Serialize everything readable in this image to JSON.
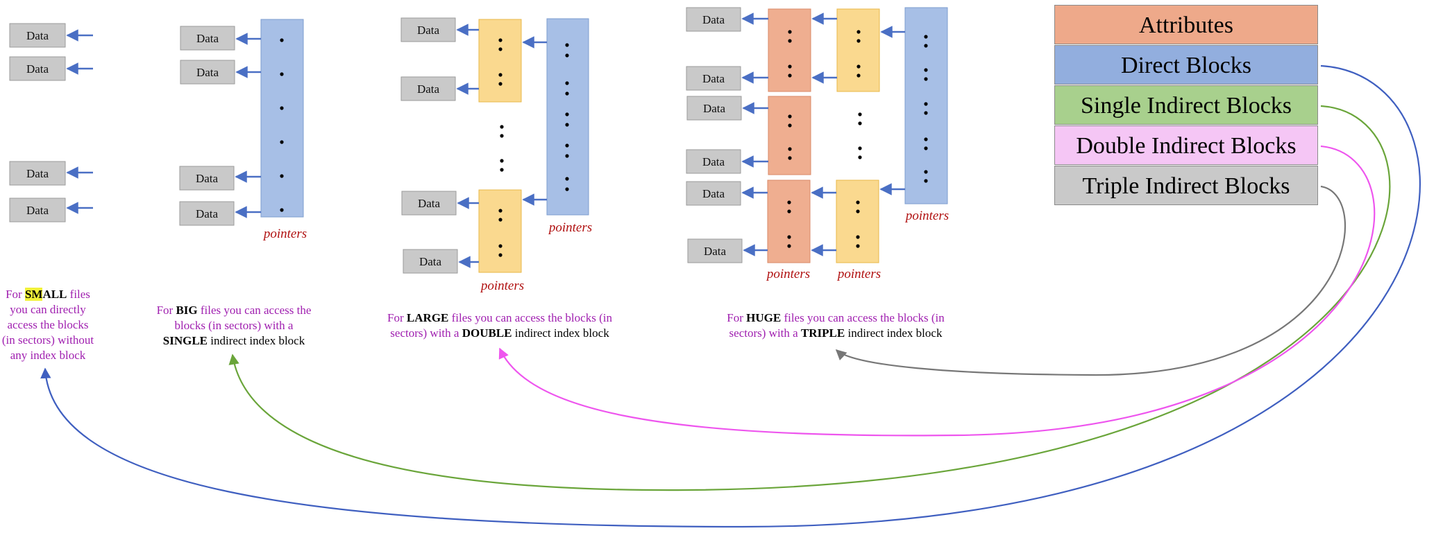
{
  "labels": {
    "data": "Data",
    "pointers": "pointers"
  },
  "inode": {
    "rows": [
      {
        "label": "Attributes",
        "color": "#eea98a"
      },
      {
        "label": "Direct Blocks",
        "color": "#92aede"
      },
      {
        "label": "Single Indirect Blocks",
        "color": "#a8d08d"
      },
      {
        "label": "Double Indirect Blocks",
        "color": "#f5c6f5"
      },
      {
        "label": "Triple Indirect Blocks",
        "color": "#c9c9c9"
      }
    ]
  },
  "captions": {
    "small": {
      "pre": "For ",
      "hl": "SM",
      "bold": "ALL",
      "post": " files you can directly access the blocks (in sectors) without any index block"
    },
    "big": {
      "pre": "For ",
      "bold": "BIG",
      "mid": " files you can access the blocks (in sectors) with a ",
      "bold2": "SINGLE",
      "post": " indirect index block"
    },
    "large": {
      "pre": "For ",
      "bold": "LARGE",
      "mid": " files you can access the blocks (in sectors) with a ",
      "bold2": "DOUBLE",
      "post": " indirect index block"
    },
    "huge": {
      "pre": "For ",
      "bold": "HUGE",
      "mid": " files you can access the blocks (in sectors) with a ",
      "bold2": "TRIPLE",
      "post": " indirect index block"
    }
  },
  "colors": {
    "data_fill": "#c9c9c9",
    "blue_block": "#a7bfe6",
    "yellow_block": "#fad98f",
    "orange_block": "#efae90",
    "arrow": "#4a6fc4",
    "direct_curve": "#3f5fc0",
    "single_curve": "#6aa53a",
    "double_curve": "#ee55ee",
    "triple_curve": "#777777",
    "pointer_text": "#b01010",
    "caption_text": "#a020b0"
  }
}
